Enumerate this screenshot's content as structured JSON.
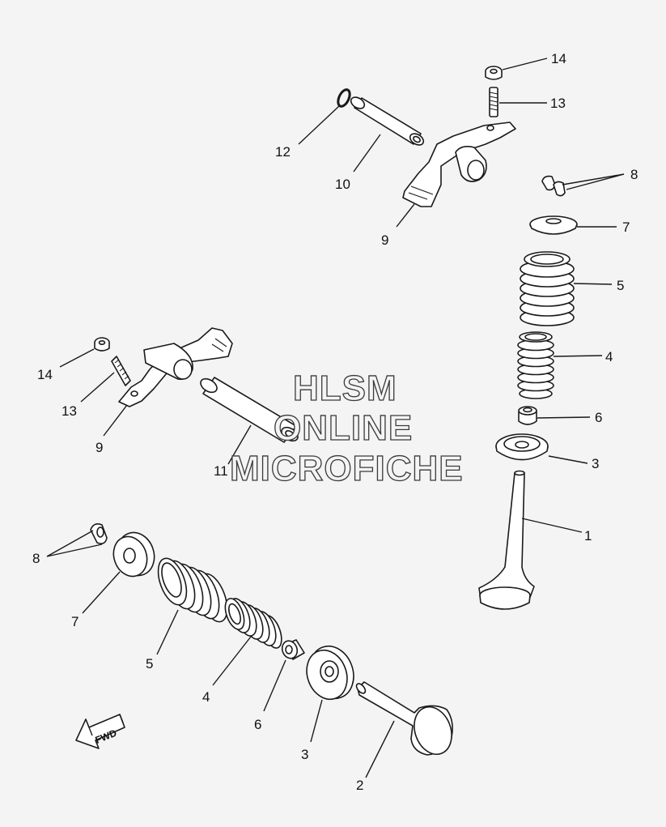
{
  "labels": {
    "l1": "1",
    "l2": "2",
    "l3a": "3",
    "l3b": "3",
    "l4a": "4",
    "l4b": "4",
    "l5a": "5",
    "l5b": "5",
    "l6a": "6",
    "l6b": "6",
    "l7a": "7",
    "l7b": "7",
    "l8a": "8",
    "l8b": "8",
    "l9a": "9",
    "l9b": "9",
    "l10": "10",
    "l11": "11",
    "l12": "12",
    "l13a": "13",
    "l13b": "13",
    "l14a": "14",
    "l14b": "14"
  },
  "watermark": {
    "line1": "HLSM",
    "line2": "ONLINE",
    "line3": "MICROFICHE"
  },
  "fwd": "FWD"
}
